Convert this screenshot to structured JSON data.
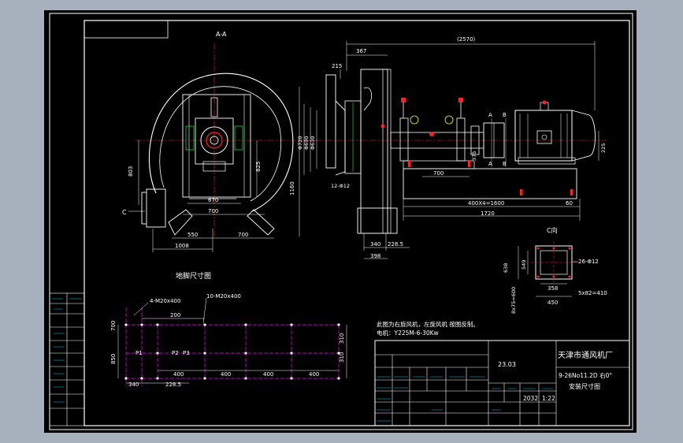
{
  "colors": {
    "background": "#000000",
    "chrome": "#a7b1bd",
    "frame": "#ffffff",
    "cyan": "#00c8ff",
    "magenta": "#ff00ff",
    "red": "#ff2020",
    "yellow": "#ffff00",
    "green": "#00ff40"
  },
  "section_view": {
    "section_label": "A-A",
    "c_label": "C",
    "dims": {
      "h_803": "803",
      "h_825": "825",
      "h_1160": "1160",
      "w_670": "670",
      "w_700": "700",
      "w_550": "550",
      "w_700b": "700",
      "w_1008": "1008"
    }
  },
  "side_view": {
    "dims": {
      "total_2570": "(2570)",
      "d_367": "367",
      "d_215": "215",
      "phi_720": "Φ720",
      "phi_690": "Φ690",
      "phi_630": "Φ630",
      "holes_12": "12-Φ12",
      "d_340": "340",
      "d_228_5": "228.5",
      "d_398": "398",
      "d_700": "700",
      "d_375": "375",
      "d_400x4": "400X4=1600",
      "d_60": "60",
      "d_1720": "1720",
      "d_225": "225",
      "label_a1": "A",
      "label_b1": "B",
      "label_a2": "A",
      "label_b2": "B"
    }
  },
  "c_view": {
    "title": "C向",
    "dims": {
      "d_638": "638",
      "d_549": "549",
      "holes": "26-Φ12",
      "d_358": "358",
      "d_450": "450",
      "d_8x75": "8x75=600",
      "d_5x82": "5x82=410"
    }
  },
  "foundation_plan": {
    "title": "地脚尺寸图",
    "dims": {
      "holes_a": "4-M20x400",
      "holes_b": "10-M20x400",
      "d_200": "200",
      "d_700": "700",
      "d_850": "850",
      "p1": "P1",
      "p2": "P2",
      "p3": "P3",
      "d_400a": "400",
      "d_400b": "400",
      "d_400c": "400",
      "d_400d": "400",
      "d_340": "340",
      "d_228_5": "228.5",
      "d_310": "310",
      "d_310b": "310"
    }
  },
  "notes": {
    "line1": "此图为右旋风机，左旋风机 按图反制。",
    "line2": "电机：Y225M-6-30Kw"
  },
  "title_block": {
    "company": "天津市通风机厂",
    "drawing_no": "23.03",
    "model": "9-26No11.2D 右0°",
    "title": "安装尺寸图",
    "scale": "1:22",
    "number": "2032"
  }
}
